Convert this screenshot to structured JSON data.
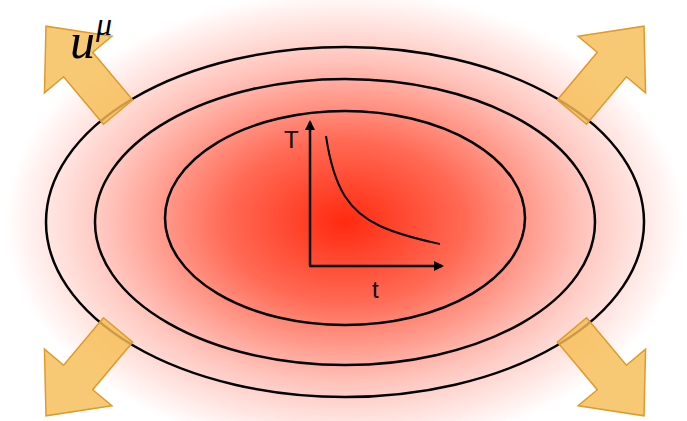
{
  "diagram": {
    "labels": [
      "u",
      "μ",
      "T",
      "t"
    ]
  }
}
